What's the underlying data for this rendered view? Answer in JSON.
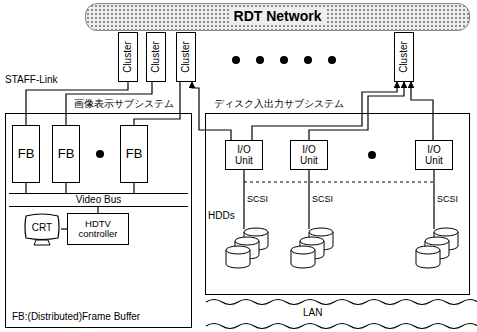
{
  "diagram": {
    "nodes": [
      {
        "text": [
          "RDT Network"
        ]
      },
      {
        "text": [
          "Cluster"
        ]
      },
      {
        "text": [
          "Cluster"
        ]
      },
      {
        "text": [
          "Cluster"
        ]
      },
      {
        "text": [
          "Cluster"
        ]
      },
      {
        "text": [
          "画像表示サブシステム",
          "FB:(Distributed)Frame Buffer"
        ]
      },
      {
        "text": [
          "FB"
        ],
        "in": 5
      },
      {
        "text": [
          "FB"
        ],
        "in": 5
      },
      {
        "text": [
          "FB"
        ],
        "in": 5
      },
      {
        "text": [
          "Video Bus"
        ],
        "in": 5
      },
      {
        "text": [
          "CRT"
        ],
        "in": 5
      },
      {
        "text": [
          "HDTV controller"
        ],
        "in": 5
      },
      {
        "text": [
          "ディスク入出力サブシステム"
        ]
      },
      {
        "text": [
          "I/O Unit"
        ],
        "in": 12
      },
      {
        "text": [
          "I/O Unit"
        ],
        "in": 12
      },
      {
        "text": [
          "I/O Unit"
        ],
        "in": 12
      }
    ],
    "edges": [
      {
        "from": 1,
        "to": 6,
        "arrow": "none"
      },
      {
        "from": 2,
        "to": 7,
        "arrow": "none"
      },
      {
        "from": 3,
        "to": 8,
        "arrow": "none"
      },
      {
        "from": 6,
        "to": 9,
        "arrow": "none"
      },
      {
        "from": 7,
        "to": 9,
        "arrow": "none"
      },
      {
        "from": 8,
        "to": 9,
        "arrow": "none"
      },
      {
        "from": 11,
        "to": 9,
        "arrow": "none"
      },
      {
        "from": 10,
        "to": 11,
        "arrow": "none"
      },
      {
        "from": 13,
        "to": 3,
        "arrow": "to"
      },
      {
        "from": 13,
        "to": 4,
        "arrow": "to"
      },
      {
        "from": 14,
        "to": 4,
        "arrow": "to"
      },
      {
        "from": 15,
        "to": 4,
        "arrow": "to"
      }
    ],
    "labels": [
      "STAFF-Link",
      "HDDs",
      "SCSI",
      "SCSI",
      "SCSI",
      "LAN"
    ]
  }
}
